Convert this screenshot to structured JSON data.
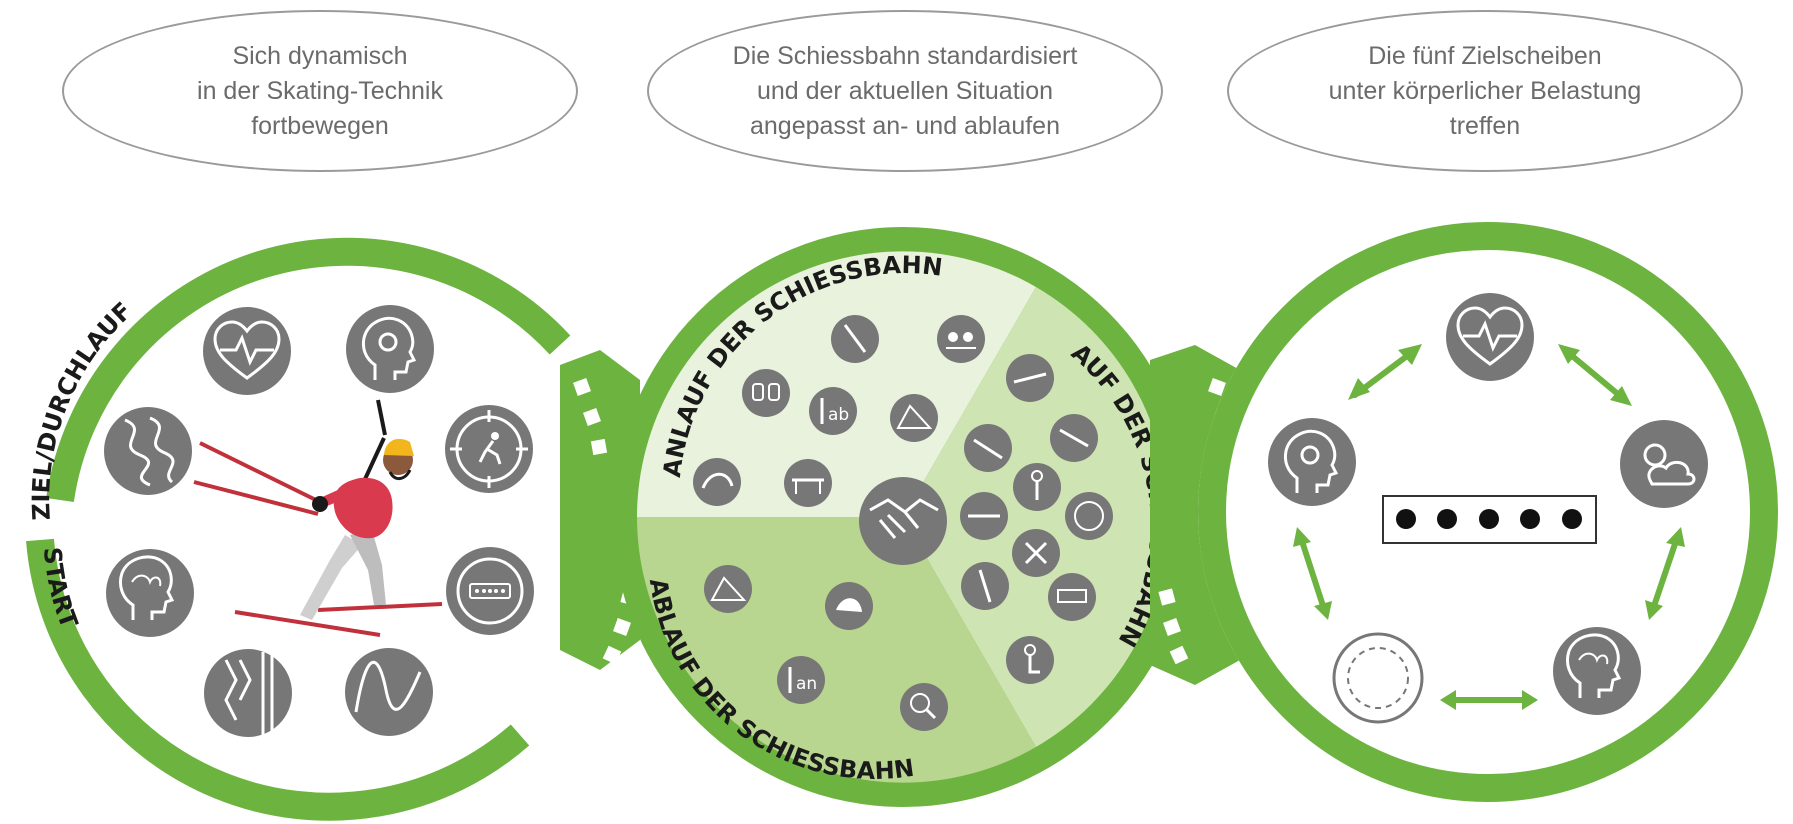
{
  "goals": [
    {
      "lines": [
        "Sich dynamisch",
        "in der Skating-Technik",
        "fortbewegen"
      ]
    },
    {
      "lines": [
        "Die Schiessbahn standardisiert",
        "und der aktuellen Situation",
        "angepasst an- und ablaufen"
      ]
    },
    {
      "lines": [
        "Die fünf Zielscheiben",
        "unter körperlicher Belastung",
        "treffen"
      ]
    }
  ],
  "circle_left": {
    "label_top": "ZIEL/DURCHLAUF",
    "label_bottom": "START",
    "icons": [
      "heart-rate-icon",
      "head-gear-icon",
      "terrain-track-icon",
      "skier-target-icon",
      "brain-icon",
      "target-scope-icon",
      "ski-tracks-icon",
      "wave-profile-icon"
    ],
    "figure": "skating-skier"
  },
  "circle_middle": {
    "sector_anlauf": "ANLAUF DER SCHIESSBAHN",
    "sector_auf": "AUF DER SCHIESSBAHN",
    "sector_ablauf": "ABLAUF DER SCHIESSBAHN",
    "icon_text_ab": "ab",
    "icon_text_an": "an",
    "center_icon": "handshake-icon",
    "colors": {
      "sector_anlauf": "#e8f2dc",
      "sector_auf": "#cfe4b3",
      "sector_ablauf": "#b8d68f"
    }
  },
  "circle_right": {
    "icons": [
      "heart-rate-icon",
      "weather-icon",
      "brain-icon",
      "target-disc-icon",
      "head-gear-icon"
    ],
    "targets": 5
  },
  "colors": {
    "green": "#6db33f",
    "icon_gray": "#777777",
    "text_gray": "#6b6b6b"
  }
}
